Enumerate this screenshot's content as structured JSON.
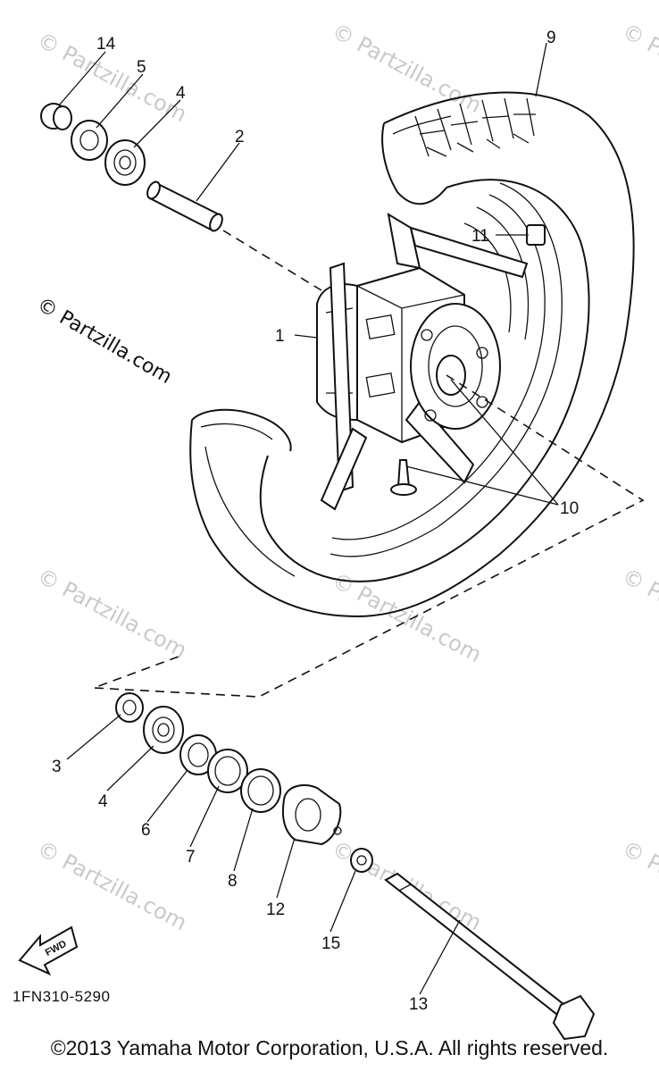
{
  "watermark": "© Partzilla.com",
  "drawing_code": "1FN310-5290",
  "fwd_label": "FWD",
  "copyright": "©2013  Yamaha Motor Corporation, U.S.A. All rights reserved.",
  "callouts": {
    "c1": "1",
    "c2": "2",
    "c3": "3",
    "c4a": "4",
    "c4b": "4",
    "c5": "5",
    "c6": "6",
    "c7": "7",
    "c8": "8",
    "c9": "9",
    "c10": "10",
    "c11": "11",
    "c12": "12",
    "c13": "13",
    "c14": "14",
    "c15": "15"
  }
}
